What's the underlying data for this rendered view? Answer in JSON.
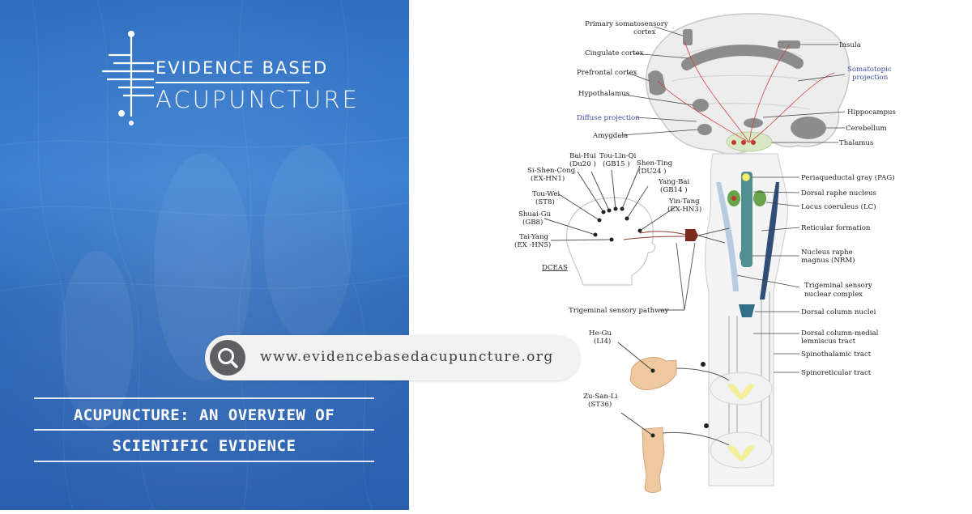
{
  "logo": {
    "line1": "EVIDENCE BASED",
    "line2": "ACUPUNCTURE"
  },
  "title": {
    "line1": "ACUPUNCTURE: AN OVERVIEW OF",
    "line2": "SCIENTIFIC EVIDENCE"
  },
  "search": {
    "url": "www.evidencebasedacupuncture.org",
    "icon": "search-icon"
  },
  "colors": {
    "panel_blue": "#3a7fd0",
    "pill_bg": "#f2f2f2",
    "icon_bg": "#5f5f63",
    "label_blue": "#3a4da0",
    "teal": "#4f8f92"
  },
  "diagram": {
    "brain_left": {
      "primary_somatosensory_1": "Primary somatosensory",
      "primary_somatosensory_2": "cortex",
      "cingulate": "Cingulate cortex",
      "prefrontal": "Prefrontal cortex",
      "hypothalamus": "Hypothalamus",
      "diffuse": "Diffuse projection",
      "amygdala": "Amygdala"
    },
    "brain_right": {
      "insula": "Insula",
      "somatotopic_1": "Somatotopic",
      "somatotopic_2": "projection",
      "hippocampus": "Hippocampus",
      "cerebellum": "Cerebellum",
      "thalamus": "Thalamus"
    },
    "points": {
      "bai_hui_1": "Bai-Hui",
      "bai_hui_2": "(Du20 )",
      "tou_lin_qi_1": "Tou-Lin-Qi",
      "tou_lin_qi_2": "(GB15 )",
      "shen_ting_1": "Shen-Ting",
      "shen_ting_2": "(DU24 )",
      "si_shen_cong_1": "Si-Shen-Cong",
      "si_shen_cong_2": "(EX-HN1)",
      "yang_bai_1": "Yang-Bai",
      "yang_bai_2": "(GB14 )",
      "tou_wei_1": "Tou-Wei",
      "tou_wei_2": "(ST8)",
      "yin_tang_1": "Yin-Tang",
      "yin_tang_2": "(EX-HN3)",
      "shuai_gu_1": "Shuai-Gu",
      "shuai_gu_2": "(GB8)",
      "tai_yang_1": "Tai-Yang",
      "tai_yang_2": "(EX -HN5)",
      "dceas": "DCEAS",
      "he_gu_1": "He-Gu",
      "he_gu_2": "(LI4)",
      "zu_san_li_1": "Zu-San-Li",
      "zu_san_li_2": "(ST36)"
    },
    "brainstem_right": {
      "pag": "Periaqueductal gray (PAG)",
      "dorsal_raphe": "Dorsal raphe nucleus",
      "lc": "Locus coeruleus (LC)",
      "reticular": "Reticular formation",
      "nrm_1": "Nucleus raphe",
      "nrm_2": "magnus (NRM)",
      "trigeminal_complex_1": "Trigeminal sensory",
      "trigeminal_complex_2": "nuclear complex",
      "dorsal_column_nuclei": "Dorsal column nuclei",
      "dcml_1": "Dorsal column-medial",
      "dcml_2": "lemniscus tract",
      "spinothalamic": "Spinothalamic tract",
      "spinoreticular": "Spinoreticular tract"
    },
    "trigeminal_pathway": "Trigeminal sensory pathway"
  }
}
